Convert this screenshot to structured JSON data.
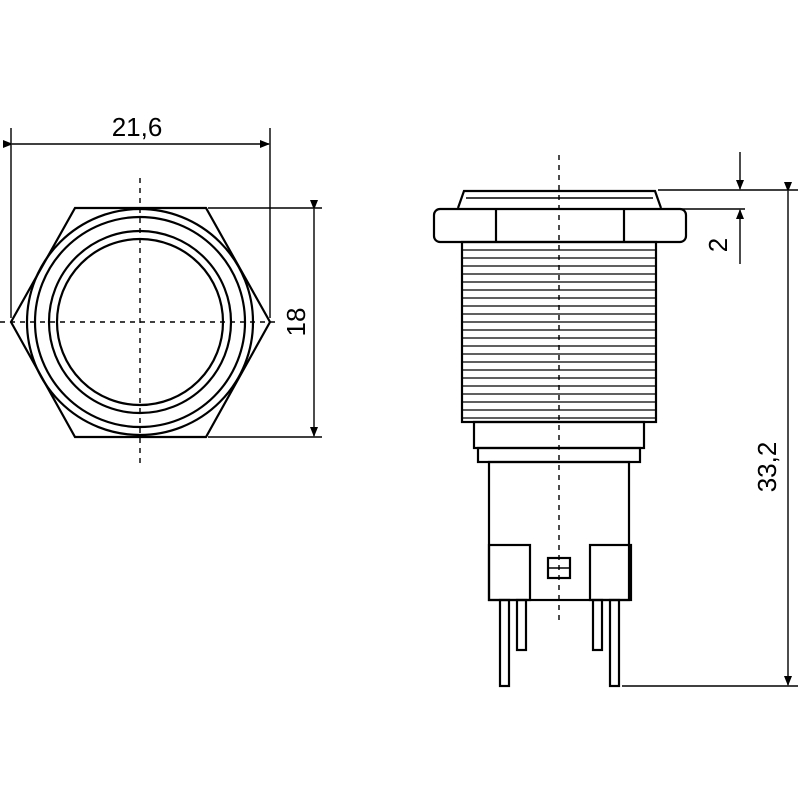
{
  "dimensions": {
    "across_corners": "21,6",
    "across_flats": "18",
    "bezel_height": "2",
    "total_height": "33,2"
  }
}
